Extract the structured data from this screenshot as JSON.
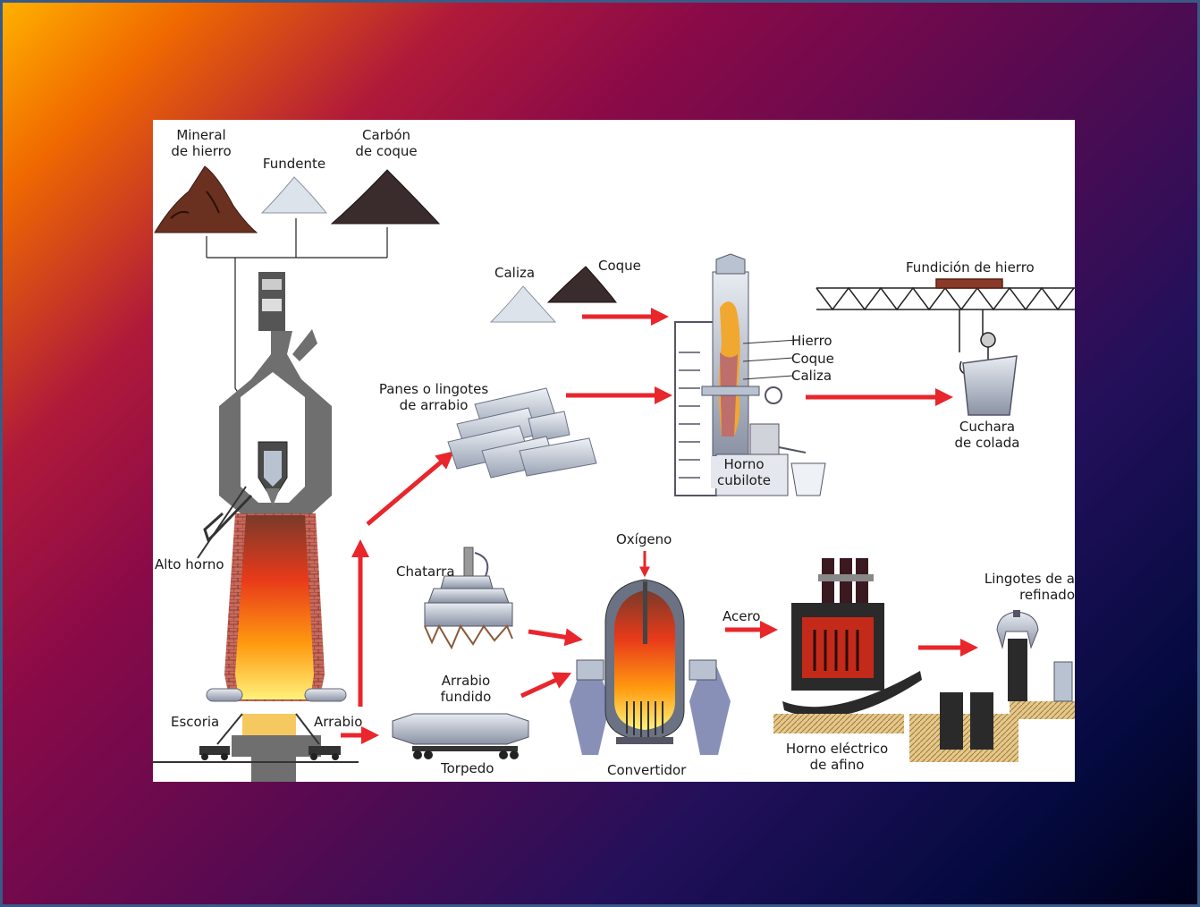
{
  "labels": {
    "mineral_hierro": "Mineral\nde hierro",
    "fundente": "Fundente",
    "carbon_coque": "Carbón\nde coque",
    "caliza": "Caliza",
    "coque": "Coque",
    "fundicion_hierro": "Fundición de hierro",
    "hierro": "Hierro",
    "coque_capa": "Coque",
    "caliza_capa": "Caliza",
    "panes_lingotes": "Panes o lingotes\nde arrabio",
    "horno_cubilote": "Horno\ncubilote",
    "cuchara_colada": "Cuchara\nde colada",
    "alto_horno": "Alto horno",
    "chatarra": "Chatarra",
    "oxigeno": "Oxígeno",
    "lingotes_acero": "Lingotes de a\nrefinado",
    "acero": "Acero",
    "arrabio_fundido": "Arrabio\nfundido",
    "escoria": "Escoria",
    "arrabio": "Arrabio",
    "torpedo": "Torpedo",
    "convertidor": "Convertidor",
    "horno_electrico": "Horno eléctrico\nde afino"
  },
  "colors": {
    "arrow": "#e8262b",
    "furnace_gray": "#6f6f6f",
    "brick": "#b5524a",
    "metal": "#c8cfda"
  }
}
